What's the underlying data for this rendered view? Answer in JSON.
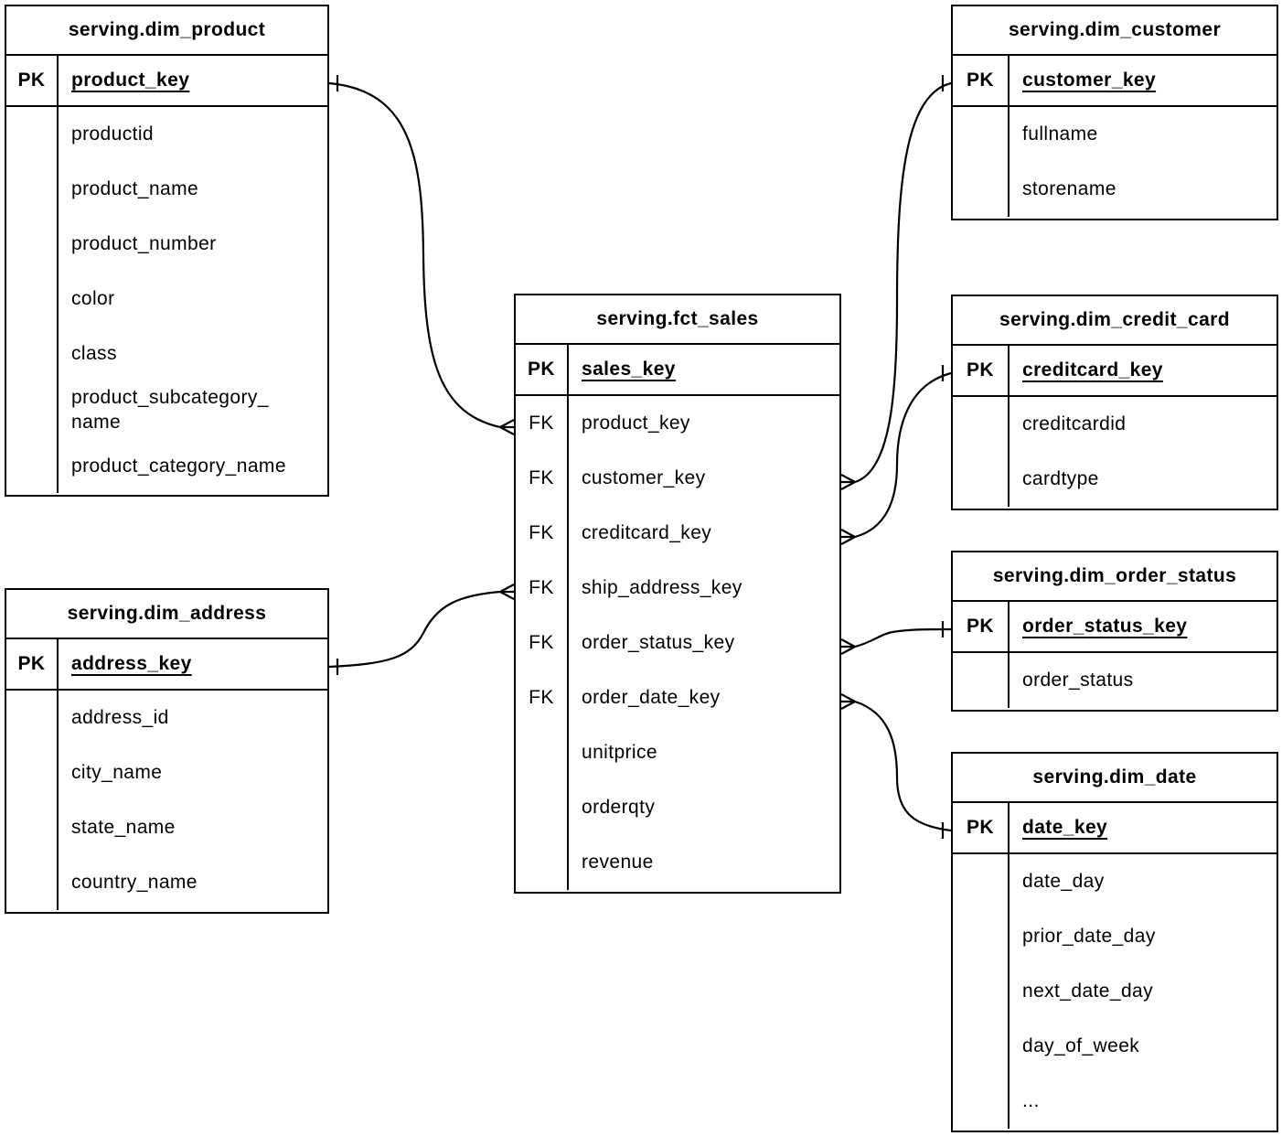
{
  "notation": {
    "type": "entity-relationship",
    "cardinality_style": "crow-foot",
    "line_color": "#000000",
    "background_color": "#ffffff",
    "text_color": "#000000"
  },
  "tables": {
    "dim_product": {
      "title": "serving.dim_product",
      "pk_tag": "PK",
      "pk_name": "product_key",
      "fields": [
        {
          "tag": "",
          "name": "productid"
        },
        {
          "tag": "",
          "name": "product_name"
        },
        {
          "tag": "",
          "name": "product_number"
        },
        {
          "tag": "",
          "name": "color"
        },
        {
          "tag": "",
          "name": "class"
        },
        {
          "tag": "",
          "name": "product_subcategory_name"
        },
        {
          "tag": "",
          "name": "product_category_name"
        }
      ]
    },
    "dim_address": {
      "title": "serving.dim_address",
      "pk_tag": "PK",
      "pk_name": "address_key",
      "fields": [
        {
          "tag": "",
          "name": "address_id"
        },
        {
          "tag": "",
          "name": "city_name"
        },
        {
          "tag": "",
          "name": "state_name"
        },
        {
          "tag": "",
          "name": "country_name"
        }
      ]
    },
    "fct_sales": {
      "title": "serving.fct_sales",
      "pk_tag": "PK",
      "pk_name": "sales_key",
      "fields": [
        {
          "tag": "FK",
          "name": "product_key"
        },
        {
          "tag": "FK",
          "name": "customer_key"
        },
        {
          "tag": "FK",
          "name": "creditcard_key"
        },
        {
          "tag": "FK",
          "name": "ship_address_key"
        },
        {
          "tag": "FK",
          "name": "order_status_key"
        },
        {
          "tag": "FK",
          "name": "order_date_key"
        },
        {
          "tag": "",
          "name": "unitprice"
        },
        {
          "tag": "",
          "name": "orderqty"
        },
        {
          "tag": "",
          "name": "revenue"
        }
      ]
    },
    "dim_customer": {
      "title": "serving.dim_customer",
      "pk_tag": "PK",
      "pk_name": "customer_key",
      "fields": [
        {
          "tag": "",
          "name": "fullname"
        },
        {
          "tag": "",
          "name": "storename"
        }
      ]
    },
    "dim_credit_card": {
      "title": "serving.dim_credit_card",
      "pk_tag": "PK",
      "pk_name": "creditcard_key",
      "fields": [
        {
          "tag": "",
          "name": "creditcardid"
        },
        {
          "tag": "",
          "name": "cardtype"
        }
      ]
    },
    "dim_order_status": {
      "title": "serving.dim_order_status",
      "pk_tag": "PK",
      "pk_name": "order_status_key",
      "fields": [
        {
          "tag": "",
          "name": "order_status"
        }
      ]
    },
    "dim_date": {
      "title": "serving.dim_date",
      "pk_tag": "PK",
      "pk_name": "date_key",
      "fields": [
        {
          "tag": "",
          "name": "date_day"
        },
        {
          "tag": "",
          "name": "prior_date_day"
        },
        {
          "tag": "",
          "name": "next_date_day"
        },
        {
          "tag": "",
          "name": "day_of_week"
        },
        {
          "tag": "",
          "name": "..."
        }
      ]
    }
  },
  "relationships": [
    {
      "from_table": "serving.dim_product",
      "from_column": "product_key",
      "from_cardinality": "one",
      "to_table": "serving.fct_sales",
      "to_column": "product_key",
      "to_cardinality": "many"
    },
    {
      "from_table": "serving.dim_address",
      "from_column": "address_key",
      "from_cardinality": "one",
      "to_table": "serving.fct_sales",
      "to_column": "ship_address_key",
      "to_cardinality": "many"
    },
    {
      "from_table": "serving.dim_customer",
      "from_column": "customer_key",
      "from_cardinality": "one",
      "to_table": "serving.fct_sales",
      "to_column": "customer_key",
      "to_cardinality": "many"
    },
    {
      "from_table": "serving.dim_credit_card",
      "from_column": "creditcard_key",
      "from_cardinality": "one",
      "to_table": "serving.fct_sales",
      "to_column": "creditcard_key",
      "to_cardinality": "many"
    },
    {
      "from_table": "serving.dim_order_status",
      "from_column": "order_status_key",
      "from_cardinality": "one",
      "to_table": "serving.fct_sales",
      "to_column": "order_status_key",
      "to_cardinality": "many"
    },
    {
      "from_table": "serving.dim_date",
      "from_column": "date_key",
      "from_cardinality": "one",
      "to_table": "serving.fct_sales",
      "to_column": "order_date_key",
      "to_cardinality": "many"
    }
  ]
}
